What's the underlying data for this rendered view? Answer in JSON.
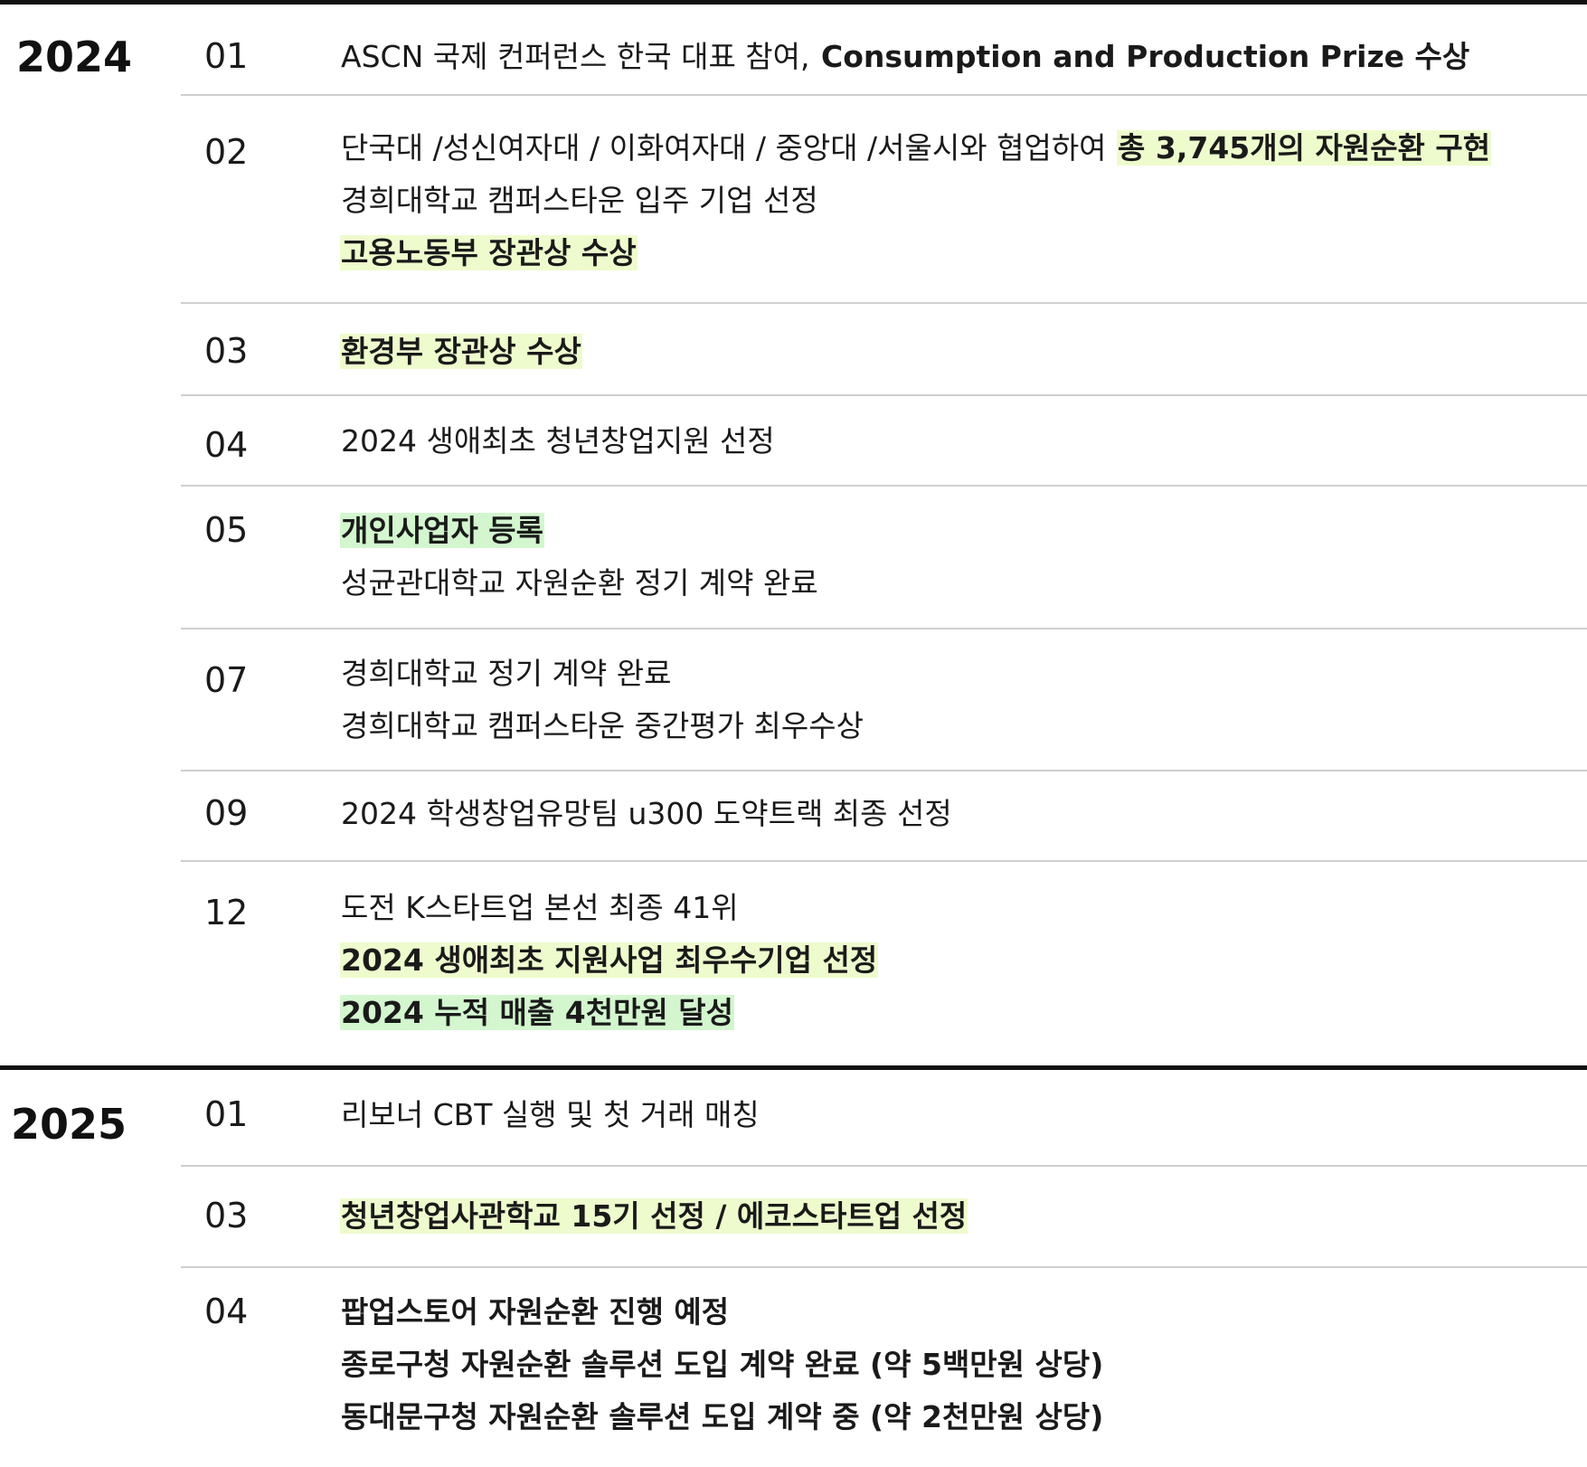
{
  "highlight_colors": {
    "yellow": "#eefbcd",
    "green": "#d3f6cf"
  },
  "years": [
    {
      "year": "2024",
      "months": [
        {
          "month": "01",
          "items": [
            [
              {
                "text": "ASCN 국제 컨퍼런스 한국 대표 참여, ",
                "bold": false,
                "highlight": null
              },
              {
                "text": "Consumption and Production Prize 수상",
                "bold": true,
                "highlight": null
              }
            ]
          ]
        },
        {
          "month": "02",
          "items": [
            [
              {
                "text": "단국대 /성신여자대 / 이화여자대 / 중앙대 /서울시와 협업하여 ",
                "bold": false,
                "highlight": null
              },
              {
                "text": "총 3,745개의 자원순환 구현",
                "bold": true,
                "highlight": "yellow"
              }
            ],
            [
              {
                "text": "경희대학교 캠퍼스타운 입주 기업 선정",
                "bold": false,
                "highlight": null
              }
            ],
            [
              {
                "text": "고용노동부 장관상 수상",
                "bold": true,
                "highlight": "yellow"
              }
            ]
          ]
        },
        {
          "month": "03",
          "items": [
            [
              {
                "text": "환경부 장관상 수상",
                "bold": true,
                "highlight": "yellow"
              }
            ]
          ]
        },
        {
          "month": "04",
          "items": [
            [
              {
                "text": "2024 생애최초 청년창업지원 선정",
                "bold": false,
                "highlight": null
              }
            ]
          ]
        },
        {
          "month": "05",
          "items": [
            [
              {
                "text": "개인사업자 등록",
                "bold": true,
                "highlight": "green"
              }
            ],
            [
              {
                "text": "성균관대학교 자원순환 정기 계약 완료",
                "bold": false,
                "highlight": null
              }
            ]
          ]
        },
        {
          "month": "07",
          "items": [
            [
              {
                "text": "경희대학교 정기 계약 완료",
                "bold": false,
                "highlight": null
              }
            ],
            [
              {
                "text": "경희대학교 캠퍼스타운 중간평가 최우수상",
                "bold": false,
                "highlight": null
              }
            ]
          ]
        },
        {
          "month": "09",
          "items": [
            [
              {
                "text": "2024 학생창업유망팀 u300 도약트랙 최종 선정",
                "bold": false,
                "highlight": null
              }
            ]
          ]
        },
        {
          "month": "12",
          "items": [
            [
              {
                "text": "도전 K스타트업 본선 최종 41위",
                "bold": false,
                "highlight": null
              }
            ],
            [
              {
                "text": "2024 생애최초 지원사업 최우수기업 선정",
                "bold": true,
                "highlight": "yellow"
              }
            ],
            [
              {
                "text": "2024 누적 매출 4천만원 달성",
                "bold": true,
                "highlight": "green"
              }
            ]
          ]
        }
      ]
    },
    {
      "year": "2025",
      "months": [
        {
          "month": "01",
          "items": [
            [
              {
                "text": "리보너 CBT 실행 및 첫 거래 매칭",
                "bold": false,
                "highlight": null
              }
            ]
          ]
        },
        {
          "month": "03",
          "items": [
            [
              {
                "text": "청년창업사관학교 15기 선정 / 에코스타트업 선정",
                "bold": true,
                "highlight": "yellow"
              }
            ]
          ]
        },
        {
          "month": "04",
          "items": [
            [
              {
                "text": "팝업스토어 자원순환 진행 예정",
                "bold": true,
                "highlight": null
              }
            ],
            [
              {
                "text": "종로구청 자원순환 솔루션 도입 계약 완료 (약 5백만원 상당)",
                "bold": true,
                "highlight": null
              }
            ],
            [
              {
                "text": "동대문구청 자원순환 솔루션 도입 계약 중 (약 2천만원 상당)",
                "bold": true,
                "highlight": null
              }
            ]
          ]
        }
      ]
    }
  ]
}
